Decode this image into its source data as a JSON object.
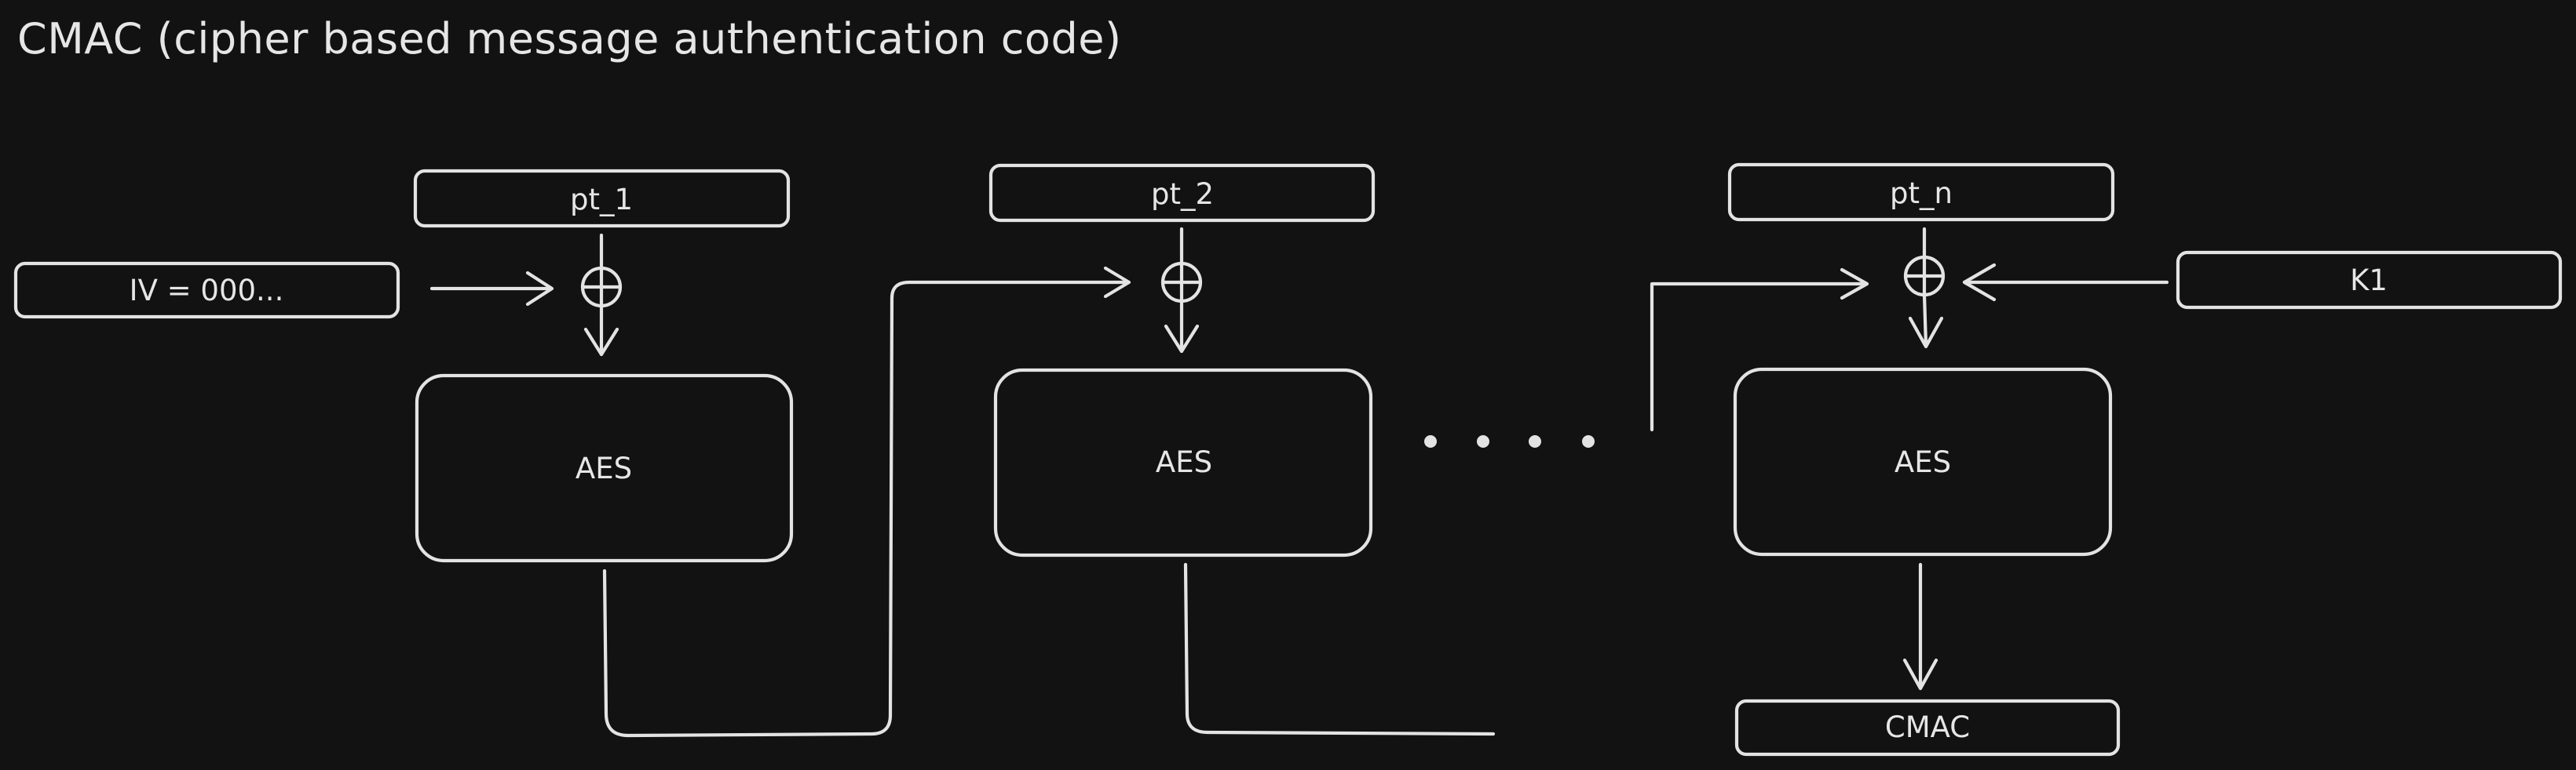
{
  "title": "CMAC (cipher based message authentication code)",
  "iv_label": "IV = 000...",
  "blocks": [
    {
      "plaintext": "pt_1",
      "cipher": "AES"
    },
    {
      "plaintext": "pt_2",
      "cipher": "AES"
    },
    {
      "plaintext": "pt_n",
      "cipher": "AES"
    }
  ],
  "key_label": "K1",
  "output_label": "CMAC",
  "icons": {
    "xor": "xor-circle-plus-icon",
    "ellipsis": "ellipsis-dots"
  }
}
